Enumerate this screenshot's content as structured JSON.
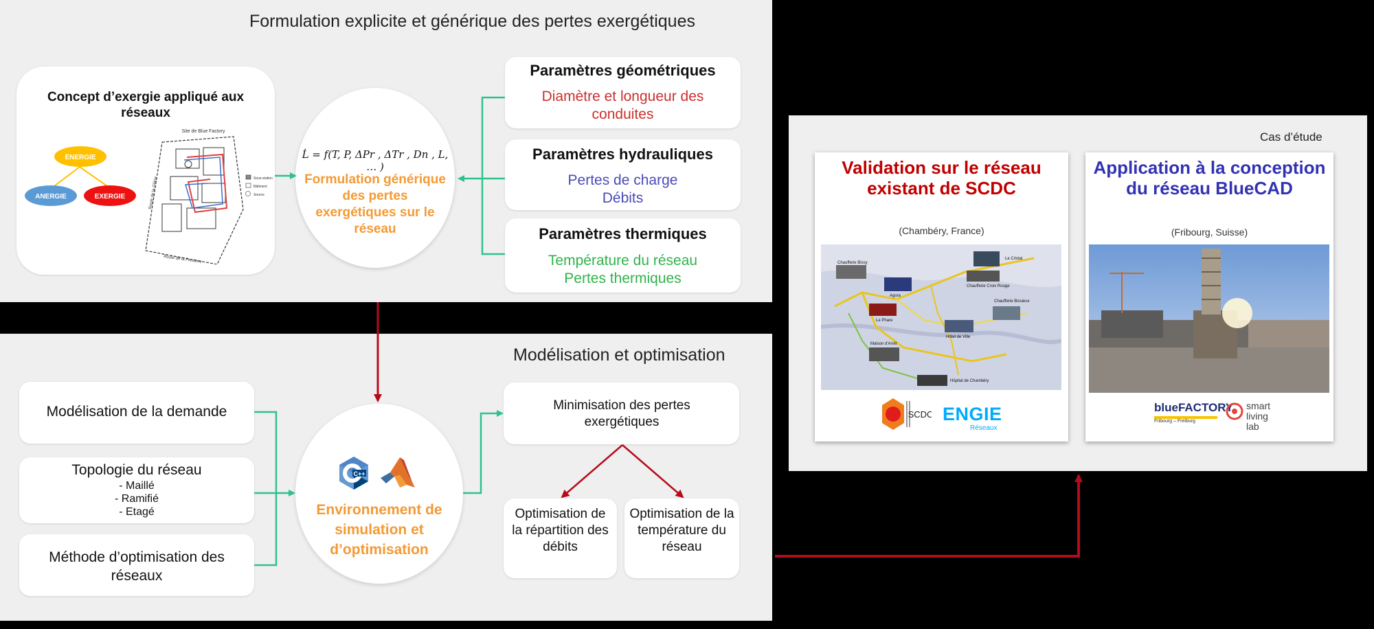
{
  "top_panel": {
    "title": "Formulation explicite et générique des pertes exergétiques",
    "concept": {
      "title": "Concept d’exergie appliqué aux réseaux",
      "energie": "ENERGIE",
      "anergie": "ANERGIE",
      "exergie": "EXERGIE",
      "map_title": "Site de Blue Factory",
      "map_road_left": "Route de la Glâne",
      "map_road_bottom": "Route de la Fonderie",
      "legend": [
        "Sous-station",
        "Bâtiment",
        "Source"
      ]
    },
    "circle": {
      "formula": "L̇ = f(T, P, ΔPr , ΔTr , Dn , L, … )",
      "label": "Formulation générique des pertes exergétiques sur le réseau"
    },
    "params": [
      {
        "title": "Paramètres géométriques",
        "lines": [
          "Diamètre et longueur des",
          "conduites"
        ],
        "color": "#c9302c"
      },
      {
        "title": "Paramètres hydrauliques",
        "lines": [
          "Pertes de charge",
          "Débits"
        ],
        "color": "#4a4aba"
      },
      {
        "title": "Paramètres thermiques",
        "lines": [
          "Température du réseau",
          "Pertes thermiques"
        ],
        "color": "#2fb34a"
      }
    ]
  },
  "bottom_panel": {
    "title": "Modélisation et optimisation",
    "inputs": {
      "demand": "Modélisation de la demande",
      "topology_title": "Topologie du réseau",
      "topology_items": [
        "- Maillé",
        "- Ramifié",
        "- Etagé"
      ],
      "method": "Méthode d’optimisation des réseaux"
    },
    "circle": {
      "label": "Environnement de simulation et d’optimisation",
      "icon_c": "C++",
      "icon_matlab": "matlab-icon"
    },
    "minimisation": "Minimisation des pertes exergétiques",
    "opt_left": "Optimisation de la répartition des débits",
    "opt_right": "Optimisation de la température du réseau"
  },
  "case_panel": {
    "title": "Cas d’étude",
    "left": {
      "title": "Validation sur le réseau existant de SCDC",
      "subtitle": "(Chambéry, France)",
      "color": "#c00000",
      "logo1": "SCDC",
      "logo2": "ENGIE",
      "logo2_sub": "Réseaux",
      "map_labels": [
        "Chaufferie Bissy",
        "Le Cristal",
        "Chaufferie Croix Rouge",
        "Agora",
        "Chaufferie Bissieux",
        "Le Phare",
        "Hôtel de Ville",
        "Maison d'Arrêt",
        "Hôpital de Chambéry"
      ]
    },
    "right": {
      "title": "Application à la conception du réseau BlueCAD",
      "subtitle": "(Fribourg, Suisse)",
      "color": "#3232b4",
      "logo1": "blueFACTORY",
      "logo1_sub": "Fribourg – Freiburg",
      "logo2": "smart living lab"
    }
  },
  "colors": {
    "orange": "#f39a33",
    "green_arrow": "#2ec18c",
    "red_arrow": "#b50c1b",
    "energy_yellow": "#ffc000",
    "anergy_blue": "#5b9bd5",
    "exergy_red": "#ee1111"
  }
}
